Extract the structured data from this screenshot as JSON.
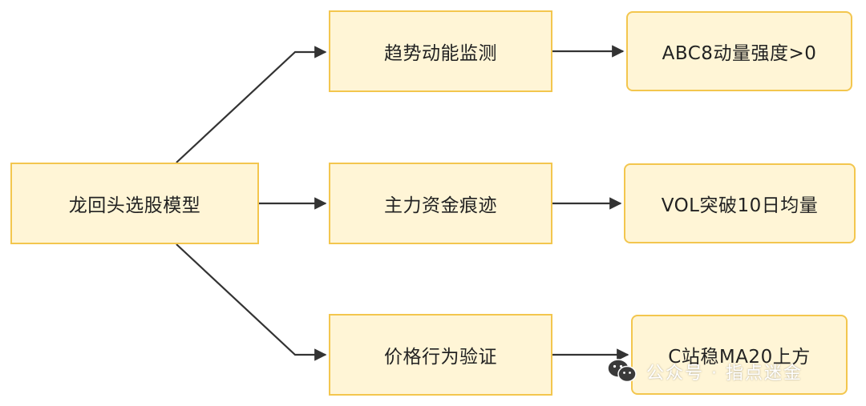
{
  "diagram": {
    "root": {
      "label": "龙回头选股模型"
    },
    "branches": [
      {
        "label": "趋势动能监测",
        "leaf": "ABC8动量强度>0"
      },
      {
        "label": "主力资金痕迹",
        "leaf": "VOL突破10日均量"
      },
      {
        "label": "价格行为验证",
        "leaf": "C站稳MA20上方"
      }
    ]
  },
  "watermark": {
    "text": "公众号 · 指点迷金",
    "icon": "wechat-icon"
  },
  "colors": {
    "node_fill": "#fff5d6",
    "node_border": "#f3c64e",
    "edge": "#333333",
    "text": "#222222"
  }
}
